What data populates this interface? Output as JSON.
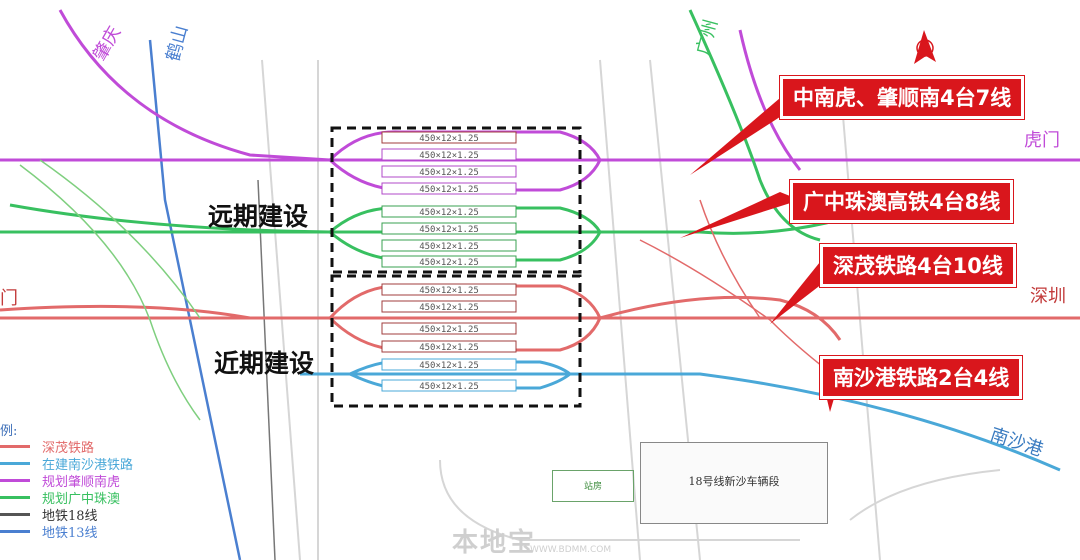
{
  "colors": {
    "shenmao": "#e26a6a",
    "nanshagang": "#4aa8d8",
    "zhaohu": "#c04bd8",
    "guangzhong": "#38c060",
    "metro18": "#555555",
    "metro13": "#4a7fd0",
    "callout": "#d9161c"
  },
  "phases": {
    "future": "远期建设",
    "near": "近期建设"
  },
  "callouts": [
    "中南虎、肇顺南4台7线",
    "广中珠澳高铁4台8线",
    "深茂铁路4台10线",
    "南沙港铁路2台4线"
  ],
  "destinations": {
    "zhaoqing": "肇庆",
    "heshan": "鹤山",
    "guangzhou": "广州",
    "humen": "虎门",
    "shenzhen": "深圳",
    "jiangmen": "门",
    "nanshagang": "南沙港"
  },
  "platform_label": "450×12×1.25",
  "legend": {
    "title": "例:",
    "items": [
      {
        "label": "深茂铁路",
        "color": "#e26a6a"
      },
      {
        "label": "在建南沙港铁路",
        "color": "#4aa8d8"
      },
      {
        "label": "规划肇顺南虎",
        "color": "#c04bd8"
      },
      {
        "label": "规划广中珠澳",
        "color": "#38c060"
      },
      {
        "label": "地铁18线",
        "color": "#555555"
      },
      {
        "label": "地铁13线",
        "color": "#4a7fd0"
      }
    ]
  },
  "depot_label": "18号线新沙车辆段",
  "building_label": "站房",
  "watermark": "本地宝",
  "watermark_url": "WWW.BDMM.COM"
}
